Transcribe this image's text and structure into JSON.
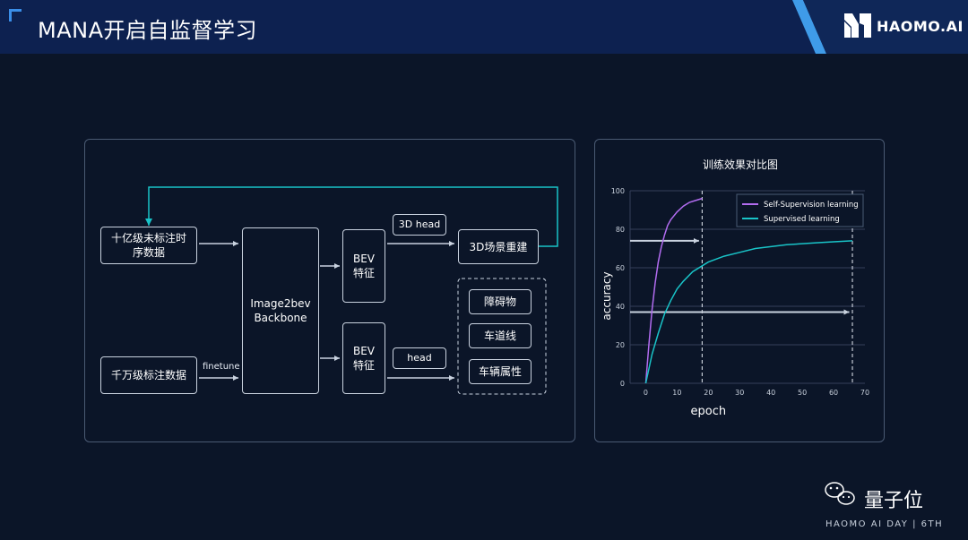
{
  "header": {
    "title": "MANA开启自监督学习",
    "logo_text": "HAOMO.AI"
  },
  "diagram": {
    "input_large": "十亿级未标注时\n序数据",
    "input_small": "千万级标注数据",
    "finetune_label": "finetune",
    "backbone": "Image2bev\nBackbone",
    "bev_top": "BEV\n特征",
    "bev_bottom": "BEV\n特征",
    "head_3d": "3D head",
    "head": "head",
    "recon": "3D场景重建",
    "tasks": [
      "障碍物",
      "车道线",
      "车辆属性"
    ]
  },
  "chart_data": {
    "type": "line",
    "title": "训练效果对比图",
    "xlabel": "epoch",
    "ylabel": "accuracy",
    "xlim": [
      -5,
      70
    ],
    "ylim": [
      0,
      100
    ],
    "xticks": [
      0,
      10,
      20,
      30,
      40,
      50,
      60,
      70
    ],
    "yticks": [
      0,
      20,
      40,
      60,
      80,
      100
    ],
    "grid": "horizontal",
    "legend_position": "top-right",
    "series": [
      {
        "name": "Self-Supervision learning",
        "color": "#b26cf0",
        "x": [
          0,
          1,
          2,
          3,
          4,
          5,
          6,
          7,
          8,
          10,
          12,
          14,
          16,
          18
        ],
        "y": [
          0,
          20,
          38,
          52,
          63,
          71,
          77,
          82,
          85,
          89,
          92,
          94,
          95,
          96
        ]
      },
      {
        "name": "Supervised learning",
        "color": "#19c4c8",
        "x": [
          0,
          2,
          4,
          6,
          8,
          10,
          12,
          15,
          20,
          25,
          30,
          35,
          40,
          45,
          50,
          55,
          60,
          66
        ],
        "y": [
          0,
          15,
          26,
          36,
          43,
          49,
          53,
          58,
          63,
          66,
          68,
          70,
          71,
          72,
          72.5,
          73,
          73.5,
          74
        ]
      }
    ],
    "markers": [
      {
        "type": "vline",
        "x": 18
      },
      {
        "type": "vline",
        "x": 66
      },
      {
        "type": "hline_arrow",
        "y": 74,
        "x_start": -5,
        "x_end": 17
      },
      {
        "type": "hline_arrow",
        "y": 37,
        "x_start": -5,
        "x_end": 65
      }
    ]
  },
  "footer": {
    "brand": "量子位",
    "event": "HAOMO AI DAY | 6TH"
  }
}
